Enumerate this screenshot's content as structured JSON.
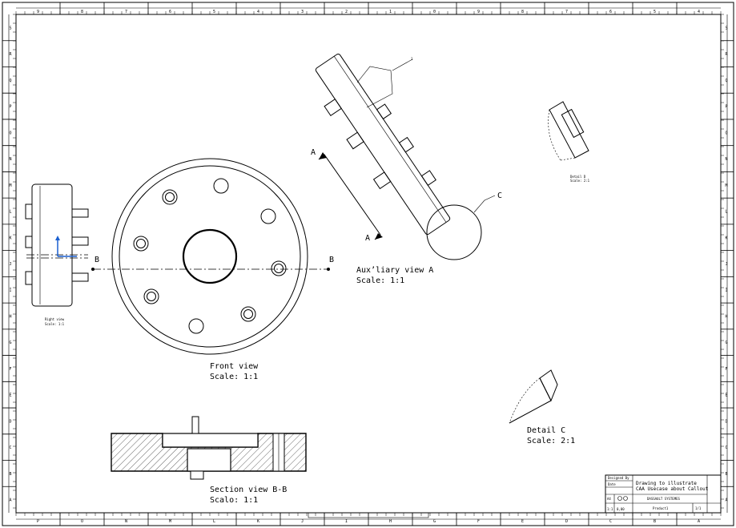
{
  "views": {
    "front": {
      "title": "Front view",
      "scale": "Scale:  1:1"
    },
    "auxiliary": {
      "title": "Aux’liary view A",
      "scale": "Scale:  1:1"
    },
    "detail": {
      "title": "Detail C",
      "scale": "Scale:  2:1"
    },
    "section": {
      "title": "Section view B-B",
      "scale": "Scalo:  1:1"
    },
    "right_view_small": {
      "title": "Right view",
      "scale": "Scale: 1:1"
    },
    "detail_small": {
      "title": "Detail D",
      "scale": "Scale: 2:1"
    }
  },
  "callouts": {
    "section_left": "B",
    "section_right": "B",
    "aux_top": "A",
    "aux_bottom": "A",
    "detail_circle": "C",
    "leader_number": "1"
  },
  "title_block": {
    "line1": "Drawing to illustrate",
    "line2": "CAA Usecase about Callout",
    "company": "DASSAULT SYSTEMES",
    "size": "A4",
    "product": "Product1",
    "sheet": "1/1",
    "scale": "1:1",
    "weight": "0,00",
    "designed_by": "Designed By",
    "date": "Date"
  },
  "border": {
    "top_zones": [
      "9",
      "8",
      "7",
      "6",
      "5",
      "4",
      "3",
      "2",
      "1",
      "0",
      "9",
      "8",
      "7",
      "6",
      "5",
      "4"
    ],
    "bottom_zones": [
      "P",
      "O",
      "N",
      "M",
      "L",
      "K",
      "J",
      "I",
      "H",
      "G",
      "F",
      "E",
      "D",
      "C",
      "B",
      "A"
    ],
    "left_zones": [
      "S",
      "R",
      "Q",
      "P",
      "O",
      "N",
      "M",
      "L",
      "K",
      "J",
      "I",
      "H",
      "G",
      "F",
      "E",
      "D",
      "C",
      "B",
      "A"
    ],
    "right_zones": [
      "S",
      "R",
      "Q",
      "P",
      "O",
      "N",
      "M",
      "L",
      "K",
      "J",
      "I",
      "H",
      "G",
      "F",
      "E",
      "D",
      "C",
      "B",
      "A"
    ]
  },
  "colors": {
    "axis": "#1a5fd0",
    "ink": "#000000"
  }
}
